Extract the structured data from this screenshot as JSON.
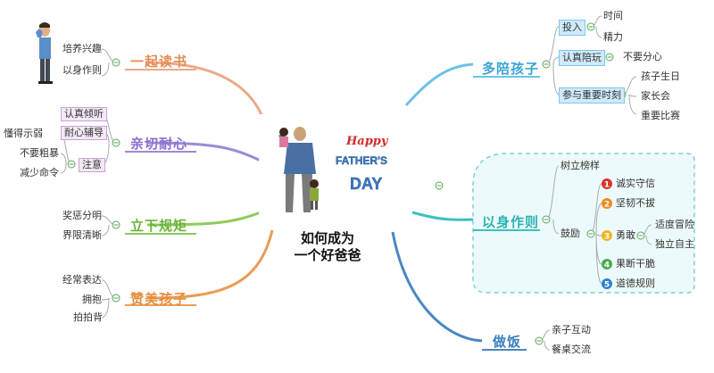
{
  "center": {
    "title_line1": "如何成为",
    "title_line2": "一个好爸爸",
    "card": {
      "w1": "Happy",
      "w2": "FATHER'S",
      "w3": "DAY"
    }
  },
  "branches": {
    "reading": {
      "label": "一起读书",
      "children": [
        "培养兴趣",
        "以身作则"
      ],
      "color": "#e58c52"
    },
    "patience": {
      "label": "亲切耐心",
      "children": [
        "认真倾听",
        "耐心辅导",
        "注意"
      ],
      "sub": [
        "懂得示弱",
        "不要粗暴",
        "减少命令"
      ],
      "color": "#8b6fd0"
    },
    "rules": {
      "label": "立下规矩",
      "children": [
        "奖惩分明",
        "界限清晰"
      ],
      "color": "#6bb33a"
    },
    "praise": {
      "label": "赞美孩子",
      "children": [
        "经常表达",
        "拥抱",
        "拍拍背"
      ],
      "color": "#e58c3a"
    },
    "accompany": {
      "label": "多陪孩子",
      "color": "#3aa3d8",
      "children": {
        "invest": "投入",
        "invest_sub": [
          "时间",
          "精力"
        ],
        "play": "认真陪玩",
        "play_sub": "不要分心",
        "moments": "参与重要时刻",
        "moments_sub": [
          "孩子生日",
          "家长会",
          "重要比赛"
        ]
      }
    },
    "example": {
      "label": "以身作则",
      "color": "#2bb3b0",
      "children": {
        "model": "树立榜样",
        "encourage": "鼓励",
        "items": [
          "诚实守信",
          "坚韧不拔",
          "勇敢",
          "果断干脆",
          "道德规则"
        ],
        "brave_sub": [
          "适度冒险",
          "独立自主"
        ]
      }
    },
    "cook": {
      "label": "做饭",
      "children": [
        "亲子互动",
        "餐桌交流"
      ],
      "color": "#3a7fc1"
    }
  },
  "colors": {
    "red": "#d9342b",
    "orange": "#ef8a1c",
    "yellow": "#f1b51c",
    "green": "#4cae4c",
    "blue": "#2f7fd1",
    "frame": "#66c5cf"
  }
}
